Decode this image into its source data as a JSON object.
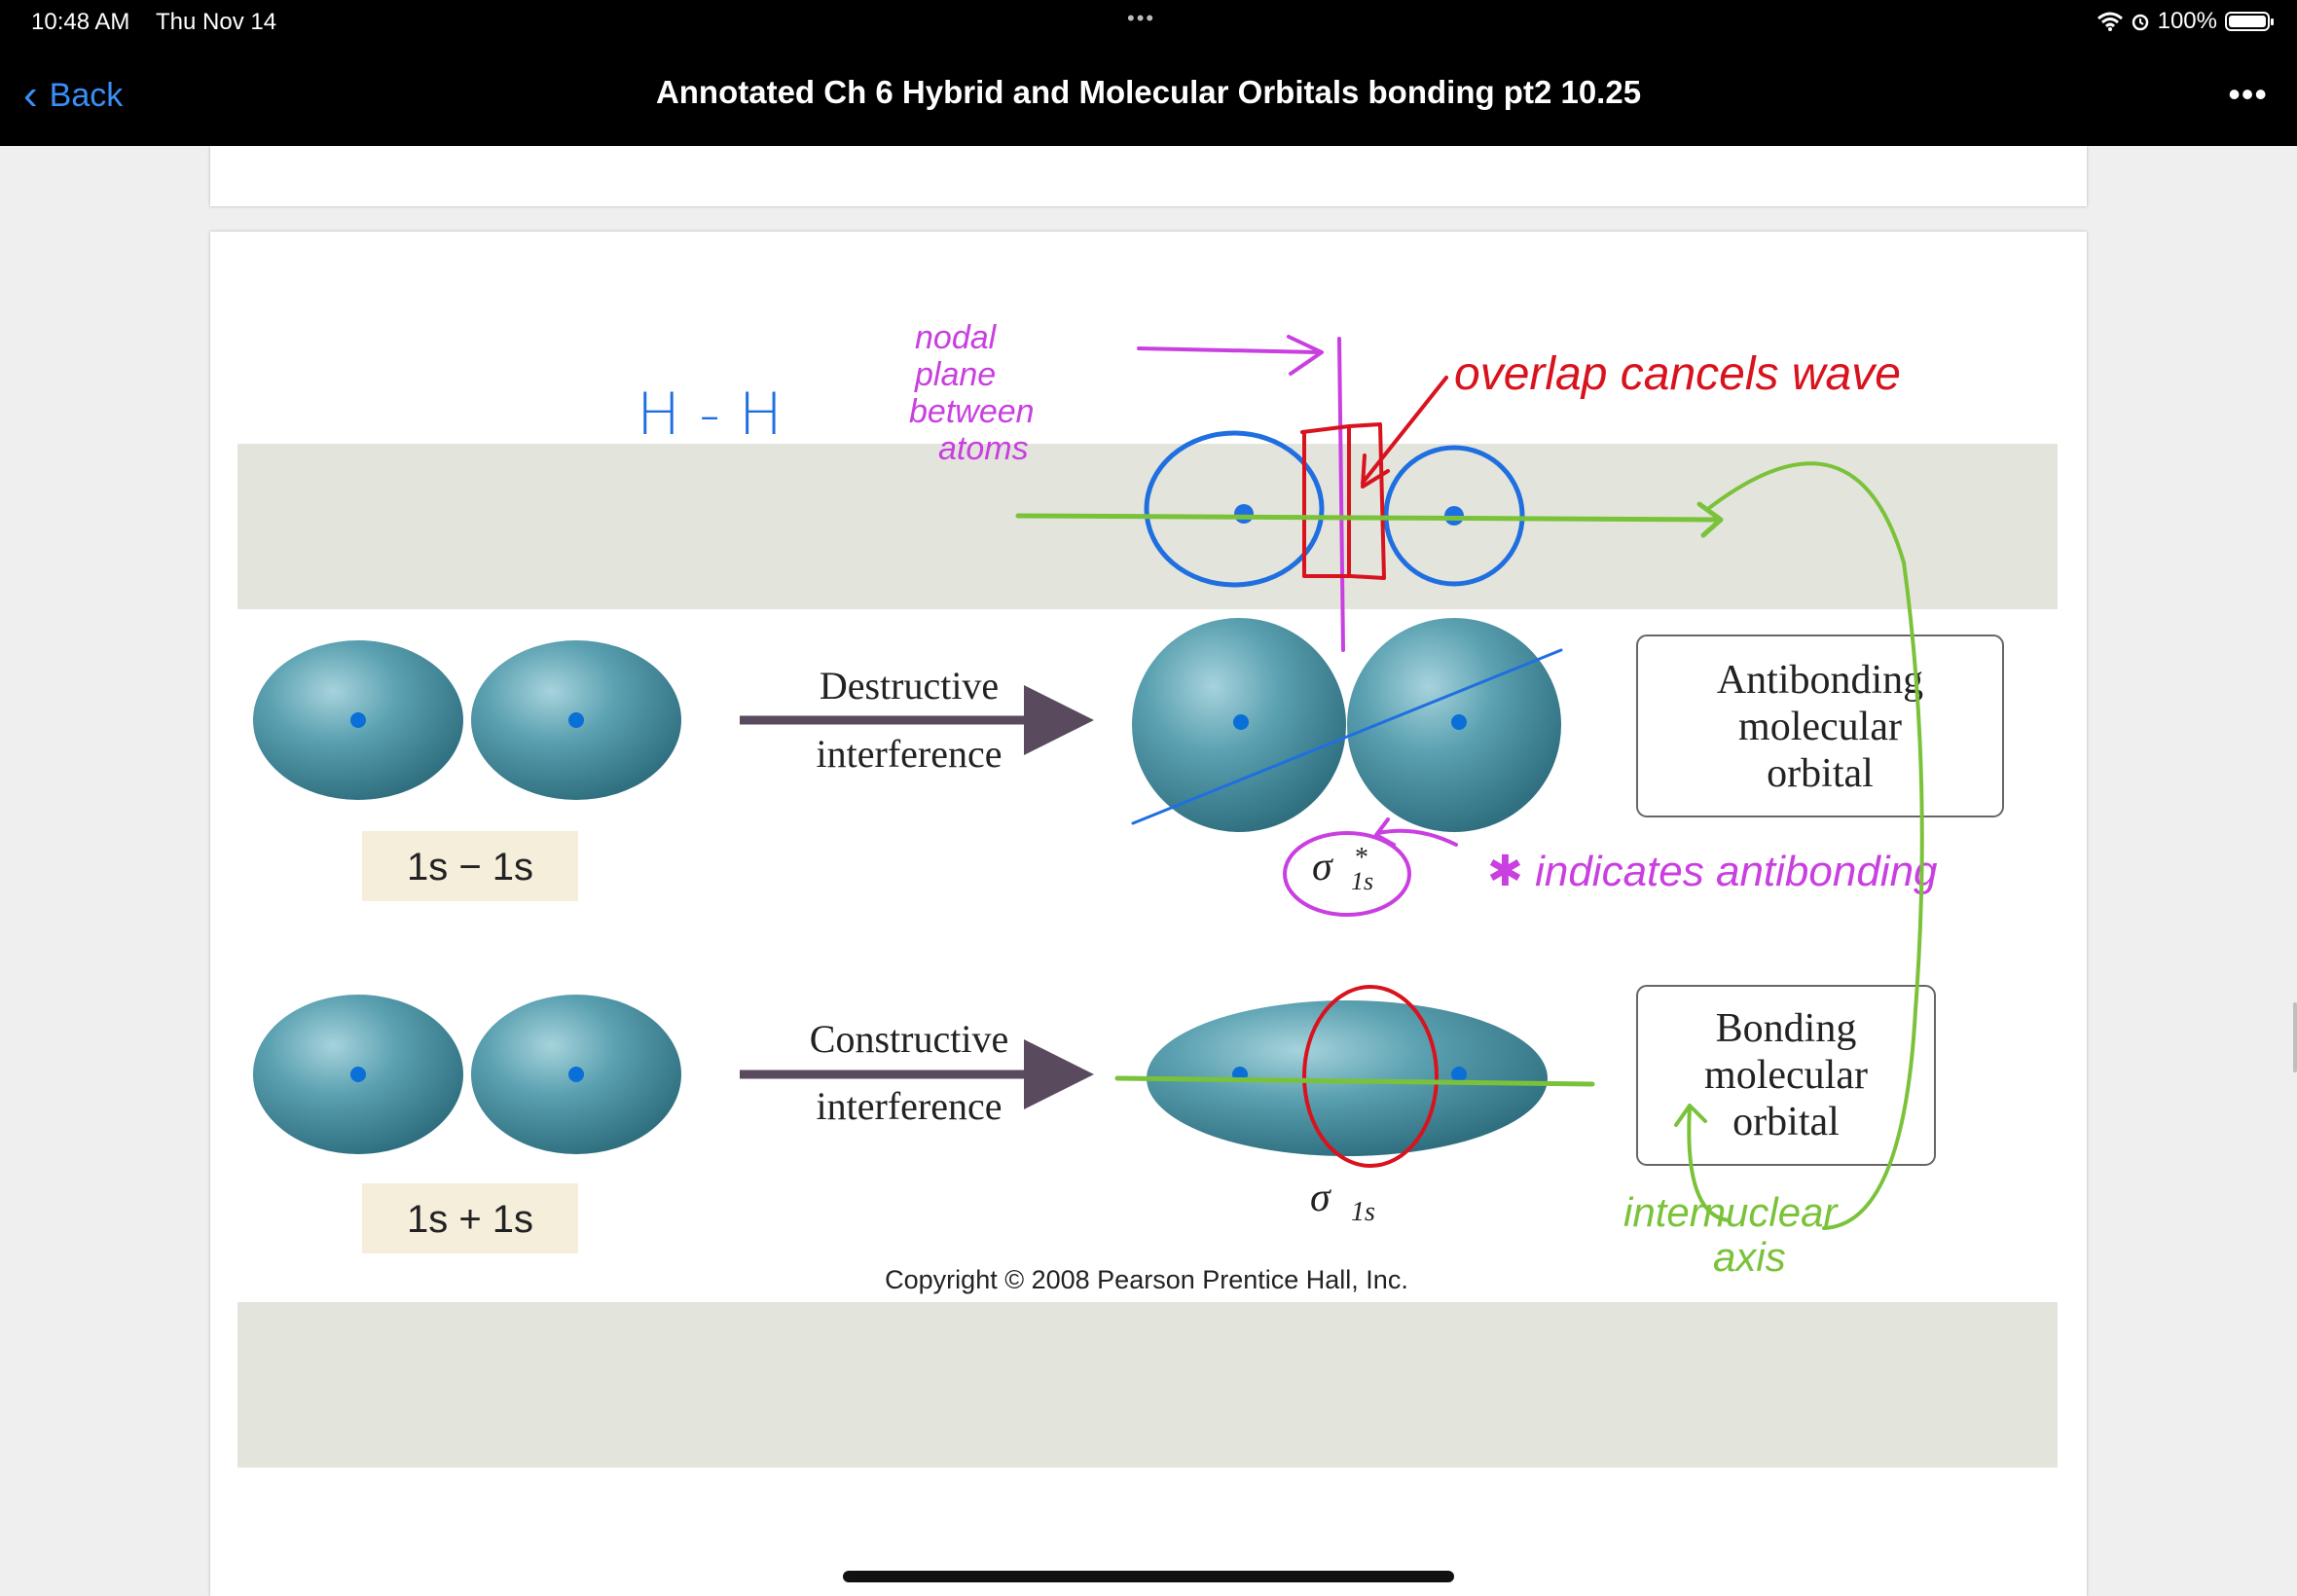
{
  "status_bar": {
    "time": "10:48 AM",
    "date": "Thu Nov 14",
    "dots": "•••",
    "battery": "100%"
  },
  "nav": {
    "back_label": "Back",
    "title": "Annotated Ch 6 Hybrid and Molecular Orbitals bonding pt2 10.25",
    "more": "•••"
  },
  "slide": {
    "destructive_line1": "Destructive",
    "destructive_line2": "interference",
    "constructive_line1": "Constructive",
    "constructive_line2": "interference",
    "minus_label": "1s − 1s",
    "plus_label": "1s + 1s",
    "antibonding_line1": "Antibonding",
    "antibonding_line2": "molecular",
    "antibonding_line3": "orbital",
    "bonding_line1": "Bonding",
    "bonding_line2": "molecular",
    "bonding_line3": "orbital",
    "sigma_symbol": "σ",
    "sigma_star_subscript": "1s",
    "star": "*",
    "sigma_subscript": "1s",
    "copyright": "Copyright © 2008 Pearson Prentice Hall, Inc."
  },
  "annotations": {
    "h_h": "H - H",
    "nodal_1": "nodal",
    "nodal_2": "plane",
    "nodal_3": "between",
    "nodal_4": "atoms",
    "overlap": "overlap cancels wave",
    "star_note": "✱ indicates antibonding",
    "internuclear_1": "internuclear",
    "internuclear_2": "axis"
  },
  "colors": {
    "orbital": "#5a9eae",
    "nucleus": "#0a6fd6",
    "band": "#e3e4dc",
    "arrow": "#5a4a5e",
    "ink_blue": "#1f6fe0",
    "ink_magenta": "#c93fe0",
    "ink_red": "#d8131e",
    "ink_green": "#7ac23a",
    "accent": "#3a8ef6"
  }
}
